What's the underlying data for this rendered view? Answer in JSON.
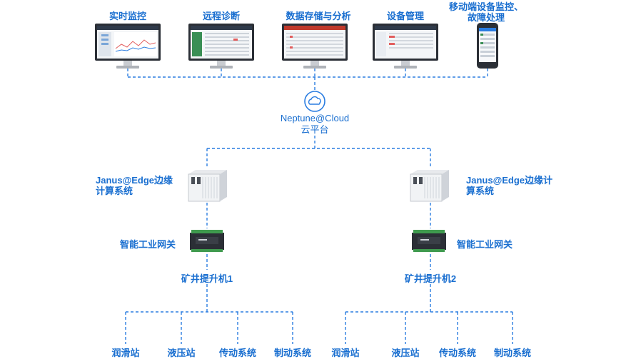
{
  "top": {
    "realtime_monitor": "实时监控",
    "remote_diagnosis": "远程诊断",
    "data_storage": "数据存储与分析",
    "device_mgmt": "设备管理",
    "mobile": "移动端设备监控、故障处理"
  },
  "cloud": {
    "line1": "Neptune@Cloud",
    "line2": "云平台"
  },
  "left": {
    "edge": "Janus@Edge边缘计算系统",
    "gateway": "智能工业网关",
    "hoist": "矿井提升机1",
    "subsystems": [
      "润滑站",
      "液压站",
      "传动系统",
      "制动系统"
    ]
  },
  "right": {
    "edge": "Janus@Edge边缘计算系统",
    "gateway": "智能工业网关",
    "hoist": "矿井提升机2",
    "subsystems": [
      "润滑站",
      "液压站",
      "传动系统",
      "制动系统"
    ]
  },
  "colors": {
    "accent": "#1a6fd0",
    "line": "#2a7de1"
  },
  "icons": [
    "monitor-icon",
    "phone-icon",
    "cloud-icon",
    "server-icon",
    "gateway-icon"
  ]
}
